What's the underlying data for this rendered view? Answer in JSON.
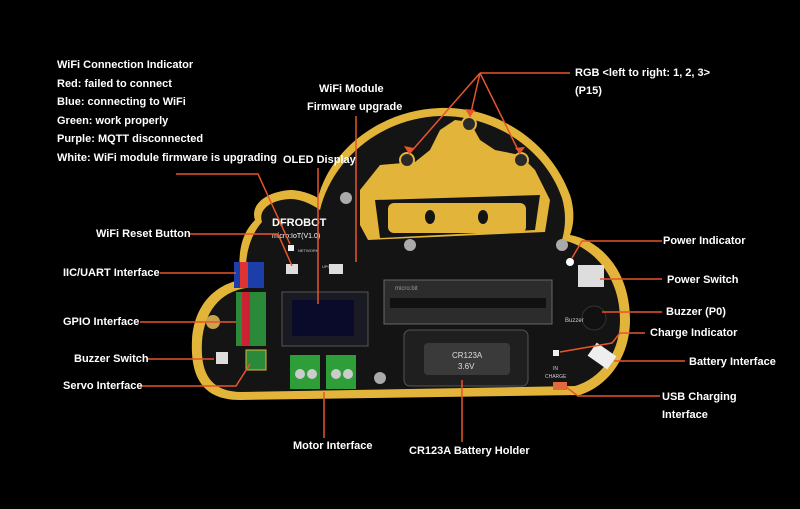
{
  "wifi_indicator": {
    "lines": [
      "WiFi Connection Indicator",
      "Red: failed to connect",
      "Blue: connecting to WiFi",
      "Green: work properly",
      "Purple: MQTT disconnected",
      "White: WiFi module firmware is upgrading"
    ]
  },
  "labels": {
    "wifi_firmware_1": "WiFi Module",
    "wifi_firmware_2": "Firmware upgrade",
    "oled": "OLED Display",
    "rgb_1": "RGB <left to right: 1, 2, 3>",
    "rgb_2": "(P15)",
    "wifi_reset": "WiFi Reset Button",
    "iic_uart": "IIC/UART Interface",
    "gpio": "GPIO Interface",
    "buzzer_switch": "Buzzer Switch",
    "servo": "Servo Interface",
    "motor": "Motor Interface",
    "cr123a": "CR123A Battery Holder",
    "power_indicator": "Power Indicator",
    "power_switch": "Power Switch",
    "buzzer": "Buzzer (P0)",
    "charge_indicator": "Charge Indicator",
    "battery_interface": "Battery Interface",
    "usb_1": "USB Charging",
    "usb_2": "Interface"
  },
  "board_text": {
    "brand": "DFROBOT",
    "model": "micro:IoT(V1.0)",
    "battery_model": "CR123A",
    "battery_voltage": "3.6V",
    "buzzer_silk": "Buzzer",
    "charge_silk": "CHARGE",
    "in_silk": "IN",
    "network_silk": "NETWORK",
    "upgrade_silk": "UPGRADE",
    "microbit_silk": "micro:bit"
  },
  "colors": {
    "background": "#000000",
    "board_gold": "#e2b53a",
    "board_black": "#141414",
    "leader_line": "#e8552b",
    "label_text": "#ffffff"
  }
}
